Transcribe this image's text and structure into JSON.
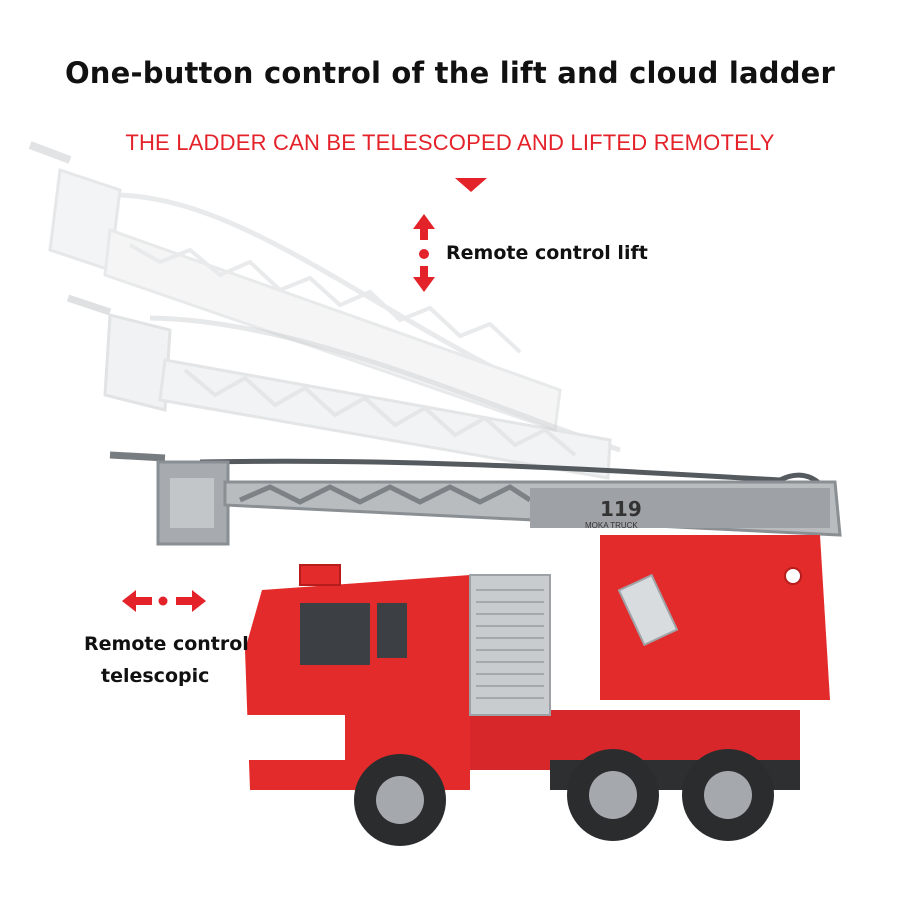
{
  "title": "One-button control of the lift and cloud ladder",
  "subtitle": "THE LADDER CAN BE TELESCOPED AND LIFTED REMOTELY",
  "labels": {
    "lift": "Remote control lift",
    "telescopic_line1": "Remote control",
    "telescopic_line2": "telescopic"
  },
  "truck": {
    "number": "119",
    "brand": "MOKA TRUCK"
  },
  "colors": {
    "accent_red": "#e4222a",
    "truck_red": "#e32b2b",
    "ladder_grey": "#8a8f94"
  },
  "icons": [
    "down-triangle-icon",
    "up-down-arrows-icon",
    "left-right-arrows-icon"
  ]
}
